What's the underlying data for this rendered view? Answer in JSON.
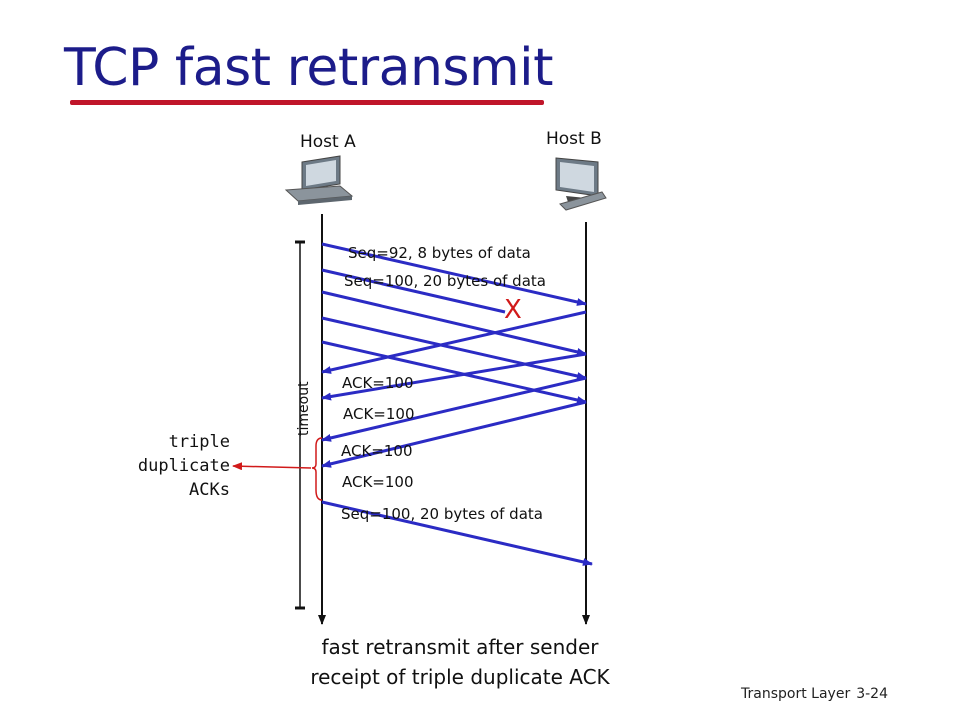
{
  "title": "TCP fast retransmit",
  "host_a": {
    "label": "Host A",
    "icon": "computer-icon"
  },
  "host_b": {
    "label": "Host B",
    "icon": "computer-icon"
  },
  "messages": {
    "seq92": "Seq=92, 8 bytes of data",
    "seq100": "Seq=100, 20 bytes of data",
    "lost_mark": "X",
    "ack1": "ACK=100",
    "ack2": "ACK=100",
    "ack3": "ACK=100",
    "ack4": "ACK=100",
    "retransmit": "Seq=100, 20 bytes of data"
  },
  "timeout_label": "timeout",
  "triple_dup_label": [
    "triple",
    "duplicate",
    "ACKs"
  ],
  "caption": [
    "fast retransmit after sender",
    "receipt of triple duplicate ACK"
  ],
  "footer": {
    "text": "Transport Layer",
    "page": "3-24"
  },
  "colors": {
    "title": "#1c1c8a",
    "arrow": "#2b2bc4",
    "lost": "#d11a1a",
    "underline": "#c0152a"
  }
}
